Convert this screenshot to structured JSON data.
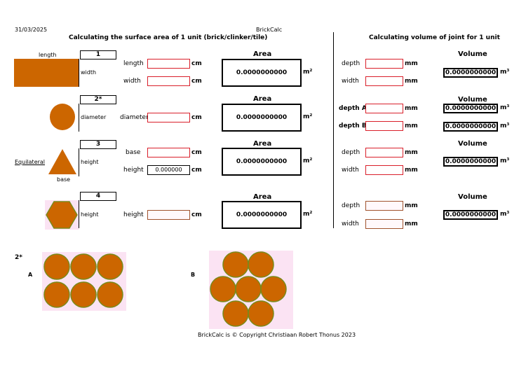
{
  "header": {
    "date": "31/03/2025",
    "app_name": "BrickCalc",
    "surface_title": "Calculating the surface area of 1 unit (brick/clinker/tile)",
    "joint_title": "Calculating volume of joint for 1 unit"
  },
  "units": {
    "cm": "cm",
    "mm": "mm",
    "m2": "m²",
    "m3": "m³"
  },
  "area_title": "Area",
  "volume_title": "Volume",
  "rows": [
    {
      "number": "1",
      "shape_top_label": "length",
      "shape_side_label": "width",
      "input1_label": "length",
      "input2_label": "width",
      "area_value": "0.0000000000",
      "vol_input1_label": "depth",
      "vol_input2_label": "width",
      "volume_value": "0.0000000000"
    },
    {
      "number": "2*",
      "shape_side_label": "diameter",
      "input1_label": "diameter",
      "area_value": "0.0000000000",
      "vol_input1_label": "depth A",
      "vol_input2_label": "depth B",
      "volume_value_a": "0.0000000000",
      "volume_value_b": "0.0000000000"
    },
    {
      "number": "3",
      "shape_left_label": "Equilateral",
      "shape_side_label": "height",
      "shape_bottom_label": "base",
      "input1_label": "base",
      "input2_label": "height",
      "input2_value": "0.000000",
      "area_value": "0.0000000000",
      "vol_input1_label": "depth",
      "vol_input2_label": "width",
      "volume_value": "0.0000000000"
    },
    {
      "number": "4",
      "shape_side_label": "height",
      "input1_label": "height",
      "area_value": "0.0000000000",
      "vol_input1_label": "depth",
      "vol_input2_label": "width",
      "volume_value": "0.0000000000"
    }
  ],
  "patterns": {
    "note": "2*",
    "label_a": "A",
    "label_b": "B"
  },
  "colors": {
    "shape_fill": "#cc6600",
    "input_border": "#d91f2a",
    "shape_ring": "#7a8a1a",
    "pattern_bg": "#fbe3f3"
  },
  "footer": {
    "copyright": "BrickCalc is © Copyright Christiaan Robert Thonus 2023"
  }
}
